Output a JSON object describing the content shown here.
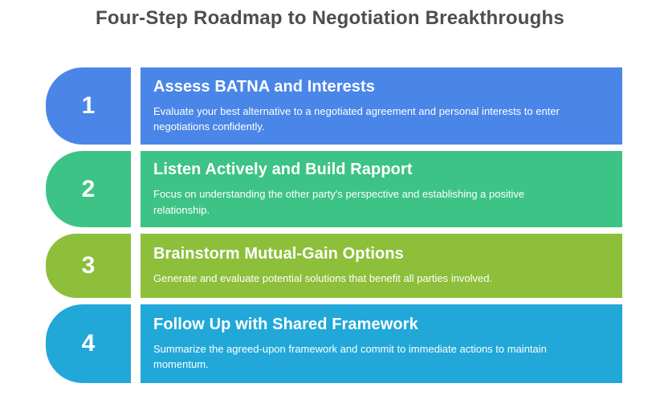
{
  "title": "Four-Step Roadmap to Negotiation Breakthroughs",
  "colors": {
    "title_text": "#4e4e50",
    "step_text": "#ffffff",
    "step1_accent": "#4a86e8",
    "step2_accent": "#3dc385",
    "step3_accent": "#8dbf3a",
    "step4_accent": "#21a8d8"
  },
  "steps": [
    {
      "number": "1",
      "color": "#4a86e8",
      "title": "Assess BATNA and Interests",
      "description": "Evaluate your best alternative to a negotiated agreement and personal interests to enter negotiations confidently."
    },
    {
      "number": "2",
      "color": "#3dc385",
      "title": "Listen Actively and Build Rapport",
      "description": "Focus on understanding the other party's perspective and establishing a positive relationship."
    },
    {
      "number": "3",
      "color": "#8dbf3a",
      "title": "Brainstorm Mutual-Gain Options",
      "description": "Generate and evaluate potential solutions that benefit all parties involved."
    },
    {
      "number": "4",
      "color": "#21a8d8",
      "title": "Follow Up with Shared Framework",
      "description": "Summarize the agreed-upon framework and commit to immediate actions to maintain momentum."
    }
  ]
}
